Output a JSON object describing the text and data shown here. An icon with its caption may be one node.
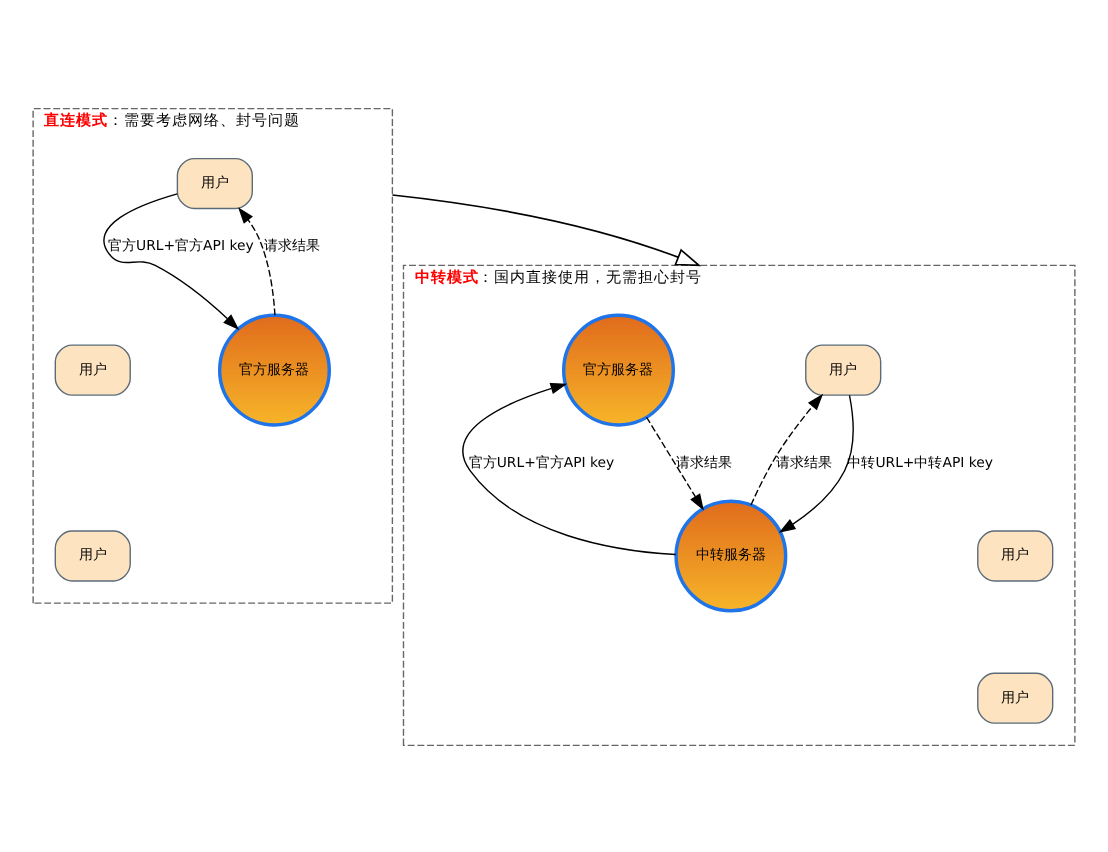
{
  "diagram": {
    "nodes": [
      {
        "text": [
          "直连模式",
          "：需要考虑网络、封号问题"
        ]
      },
      {
        "text": [
          "用户"
        ],
        "in": 0
      },
      {
        "text": [
          "用户"
        ],
        "in": 0
      },
      {
        "text": [
          "用户"
        ],
        "in": 0
      },
      {
        "text": [
          "官方服务器"
        ],
        "in": 0
      },
      {
        "text": [
          "中转模式",
          "：国内直接使用，无需担心封号"
        ]
      },
      {
        "text": [
          "用户"
        ],
        "in": 5
      },
      {
        "text": [
          "用户"
        ],
        "in": 5
      },
      {
        "text": [
          "用户"
        ],
        "in": 5
      },
      {
        "text": [
          "官方服务器"
        ],
        "in": 5
      },
      {
        "text": [
          "中转服务器"
        ],
        "in": 5
      }
    ],
    "edges": [
      {
        "from": 1,
        "to": 4,
        "label": "官方URL+官方API key",
        "arrow": "to"
      },
      {
        "from": 4,
        "to": 1,
        "label": "请求结果",
        "arrow": "to",
        "style": "dashed"
      },
      {
        "from": 0,
        "to": 5,
        "arrow": "to"
      },
      {
        "from": 6,
        "to": 10,
        "label": "中转URL+中转API key",
        "arrow": "to"
      },
      {
        "from": 10,
        "to": 6,
        "label": "请求结果",
        "arrow": "to",
        "style": "dashed"
      },
      {
        "from": 10,
        "to": 9,
        "label": "官方URL+官方API key",
        "arrow": "to"
      },
      {
        "from": 9,
        "to": 10,
        "label": "请求结果",
        "arrow": "to",
        "style": "dashed"
      }
    ]
  }
}
